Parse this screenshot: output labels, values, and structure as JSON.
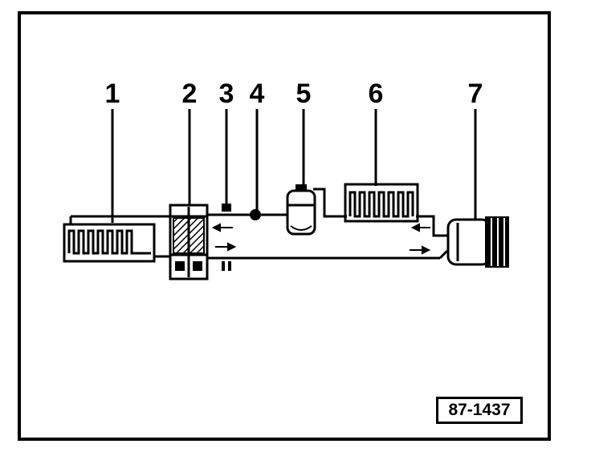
{
  "diagram": {
    "components": [
      {
        "id": "1",
        "label": "1"
      },
      {
        "id": "2",
        "label": "2"
      },
      {
        "id": "3",
        "label": "3"
      },
      {
        "id": "4",
        "label": "4"
      },
      {
        "id": "5",
        "label": "5"
      },
      {
        "id": "6",
        "label": "6"
      },
      {
        "id": "7",
        "label": "7"
      }
    ],
    "reference": "87-1437",
    "line_color": "#000000"
  }
}
